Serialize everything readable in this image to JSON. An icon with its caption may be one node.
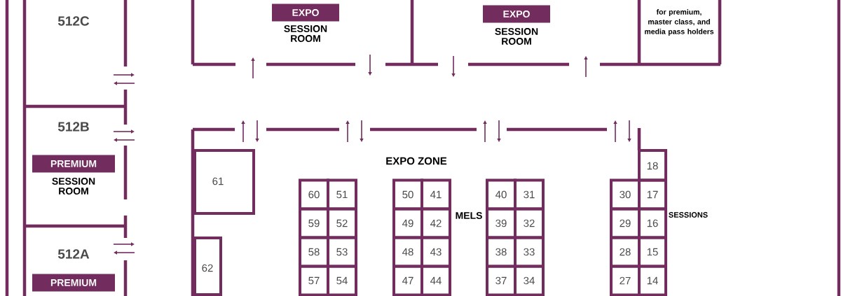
{
  "diagram": {
    "nodes": [
      {
        "text": [
          "512C"
        ]
      },
      {
        "text": [
          "512B",
          "PREMIUM",
          "SESSION ROOM"
        ]
      },
      {
        "text": [
          "512A",
          "PREMIUM"
        ]
      },
      {
        "text": [
          "EXPO",
          "SESSION ROOM"
        ]
      },
      {
        "text": [
          "EXPO",
          "SESSION ROOM"
        ]
      },
      {
        "text": [
          "for premium, master class, and media pass holders"
        ]
      },
      {
        "text": [
          "EXPO ZONE"
        ]
      },
      {
        "text": [
          "61"
        ]
      },
      {
        "text": [
          "62"
        ]
      },
      {
        "text": [
          "60"
        ]
      },
      {
        "text": [
          "51"
        ]
      },
      {
        "text": [
          "59"
        ]
      },
      {
        "text": [
          "52"
        ]
      },
      {
        "text": [
          "58"
        ]
      },
      {
        "text": [
          "53"
        ]
      },
      {
        "text": [
          "57"
        ]
      },
      {
        "text": [
          "54"
        ]
      },
      {
        "text": [
          "50"
        ]
      },
      {
        "text": [
          "41"
        ]
      },
      {
        "text": [
          "49"
        ]
      },
      {
        "text": [
          "42"
        ]
      },
      {
        "text": [
          "48"
        ]
      },
      {
        "text": [
          "43"
        ]
      },
      {
        "text": [
          "47"
        ]
      },
      {
        "text": [
          "44"
        ]
      },
      {
        "text": [
          "40"
        ]
      },
      {
        "text": [
          "31"
        ]
      },
      {
        "text": [
          "39"
        ]
      },
      {
        "text": [
          "32"
        ]
      },
      {
        "text": [
          "38"
        ]
      },
      {
        "text": [
          "33"
        ]
      },
      {
        "text": [
          "37"
        ]
      },
      {
        "text": [
          "34"
        ]
      },
      {
        "text": [
          "30"
        ]
      },
      {
        "text": [
          "29"
        ]
      },
      {
        "text": [
          "28"
        ]
      },
      {
        "text": [
          "27"
        ]
      },
      {
        "text": [
          "18"
        ]
      },
      {
        "text": [
          "17"
        ]
      },
      {
        "text": [
          "16"
        ]
      },
      {
        "text": [
          "15"
        ]
      },
      {
        "text": [
          "14"
        ]
      }
    ],
    "labels": [
      "MELS",
      "SESSIONS"
    ]
  }
}
